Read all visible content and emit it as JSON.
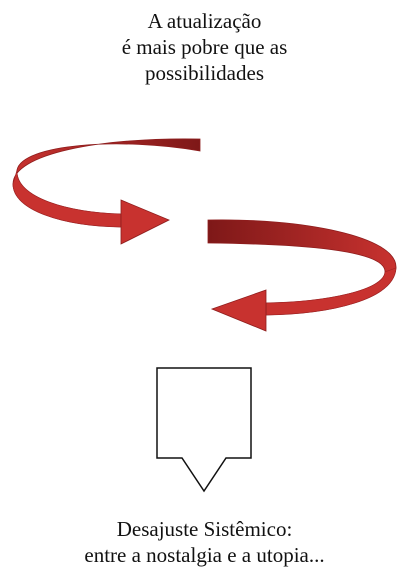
{
  "top_caption": {
    "lines": [
      "A atualização",
      "é mais pobre que as",
      "possibilidades"
    ]
  },
  "bottom_caption": {
    "lines": [
      "Desajuste Sistêmico:",
      "entre a nostalgia e a utopia..."
    ]
  },
  "colors": {
    "arrow_red": "#c8322f",
    "arrow_dark": "#8e1d1d",
    "arrow_edge": "#a02424",
    "outline": "#111111"
  }
}
